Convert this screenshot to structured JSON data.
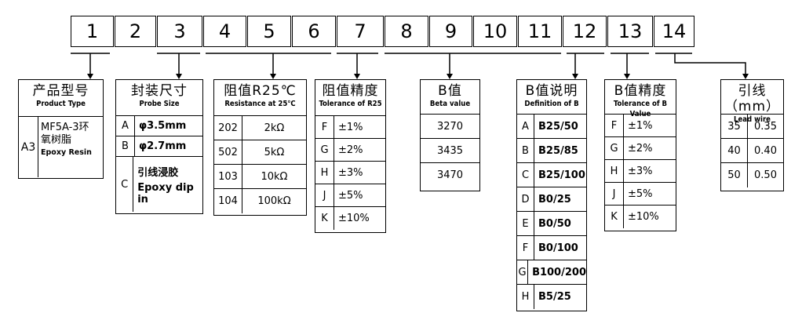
{
  "digits": [
    "1",
    "2",
    "3",
    "4",
    "5",
    "6",
    "7",
    "8",
    "9",
    "10",
    "11",
    "12",
    "13",
    "14"
  ],
  "boxes": {
    "product_type": {
      "title_cn": "产品型号",
      "title_en": "Product Type",
      "code": "A3",
      "desc_cn_1": "MF5A-3环",
      "desc_cn_2": "氧树脂",
      "desc_en": "Epoxy Resin"
    },
    "probe_size": {
      "title_cn": "封装尺寸",
      "title_en": "Probe Size",
      "rows": [
        {
          "k": "A",
          "v": "φ3.5mm"
        },
        {
          "k": "B",
          "v": "φ2.7mm"
        },
        {
          "k": "C",
          "v": "引线浸胶",
          "v2": "Epoxy dip in"
        }
      ]
    },
    "resistance": {
      "title_cn": "阻值R25℃",
      "title_en": "Resistance at 25℃",
      "rows": [
        {
          "k": "202",
          "v": "2kΩ"
        },
        {
          "k": "502",
          "v": "5kΩ"
        },
        {
          "k": "103",
          "v": "10kΩ"
        },
        {
          "k": "104",
          "v": "100kΩ"
        }
      ]
    },
    "tolerance_r25": {
      "title_cn": "阻值精度",
      "title_en": "Tolerance of R25",
      "rows": [
        {
          "k": "F",
          "v": "±1%"
        },
        {
          "k": "G",
          "v": "±2%"
        },
        {
          "k": "H",
          "v": "±3%"
        },
        {
          "k": "J",
          "v": "±5%"
        },
        {
          "k": "K",
          "v": "±10%"
        }
      ]
    },
    "b_value": {
      "title_cn": "B值",
      "title_en": "Beta value",
      "rows": [
        "3270",
        "3435",
        "3470"
      ]
    },
    "b_definition": {
      "title_cn": "B值说明",
      "title_en": "Definition  of B",
      "rows": [
        {
          "k": "A",
          "v": "B25/50"
        },
        {
          "k": "B",
          "v": "B25/85"
        },
        {
          "k": "C",
          "v": "B25/100"
        },
        {
          "k": "D",
          "v": "B0/25"
        },
        {
          "k": "E",
          "v": "B0/50"
        },
        {
          "k": "F",
          "v": "B0/100"
        },
        {
          "k": "G",
          "v": "B100/200"
        },
        {
          "k": "H",
          "v": "B5/25"
        }
      ]
    },
    "b_tolerance": {
      "title_cn": "B值精度",
      "title_en": "Tolerance of B Value",
      "rows": [
        {
          "k": "F",
          "v": "±1%"
        },
        {
          "k": "G",
          "v": "±2%"
        },
        {
          "k": "H",
          "v": "±3%"
        },
        {
          "k": "J",
          "v": "±5%"
        },
        {
          "k": "K",
          "v": "±10%"
        }
      ]
    },
    "lead_wire": {
      "title_cn": "引线（mm）",
      "title_en": "Lead wire",
      "rows": [
        {
          "k": "35",
          "v": "0.35"
        },
        {
          "k": "40",
          "v": "0.40"
        },
        {
          "k": "50",
          "v": "0.50"
        }
      ]
    }
  }
}
